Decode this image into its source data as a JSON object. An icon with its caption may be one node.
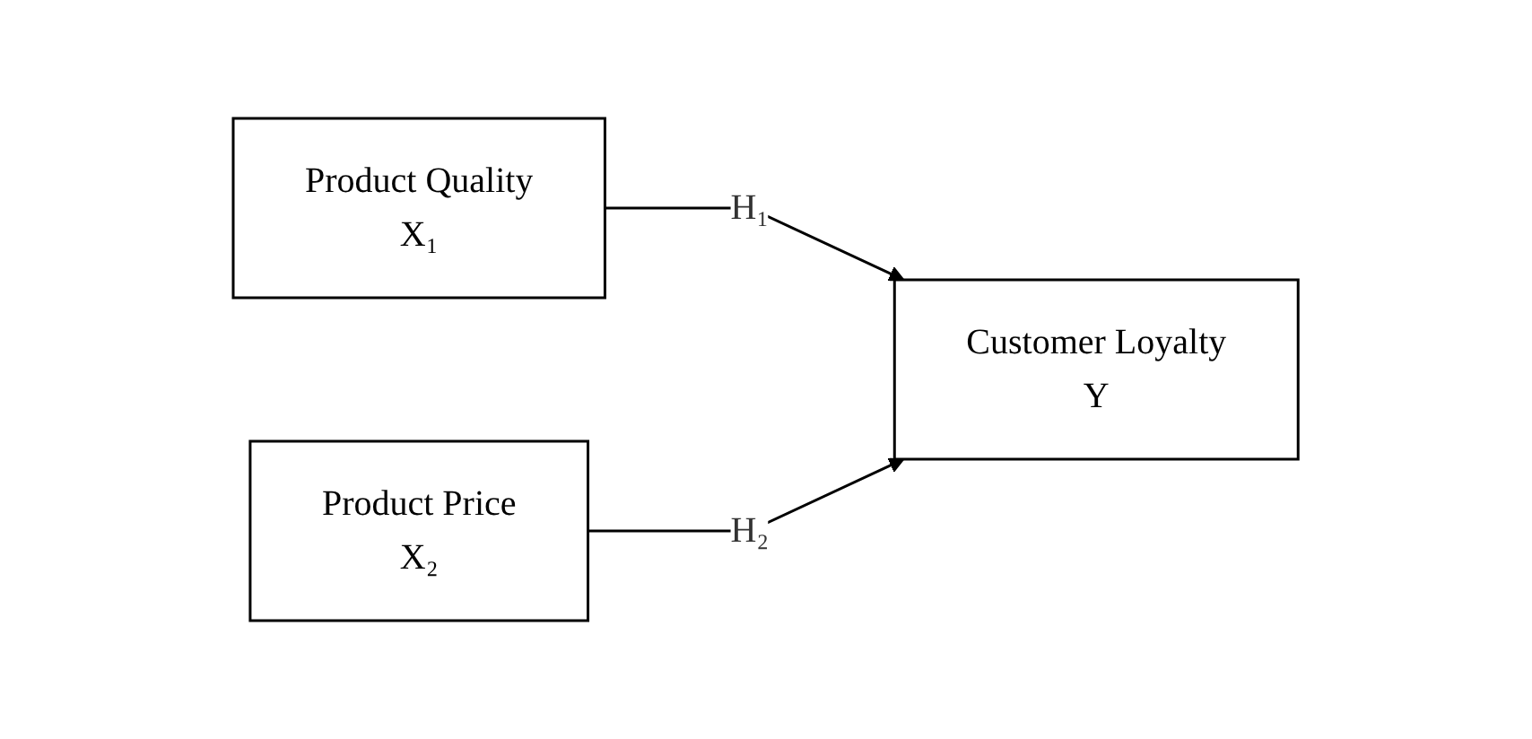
{
  "diagram": {
    "nodes": [
      {
        "text": [
          "Product Quality",
          "X₁"
        ]
      },
      {
        "text": [
          "Product Price",
          "X₂"
        ]
      },
      {
        "text": [
          "Customer Loyalty",
          "Y"
        ]
      }
    ],
    "edges": [
      {
        "from": 0,
        "to": 2,
        "arrow": "to",
        "label": "H₁"
      },
      {
        "from": 1,
        "to": 2,
        "arrow": "to",
        "label": "H₂"
      }
    ]
  }
}
